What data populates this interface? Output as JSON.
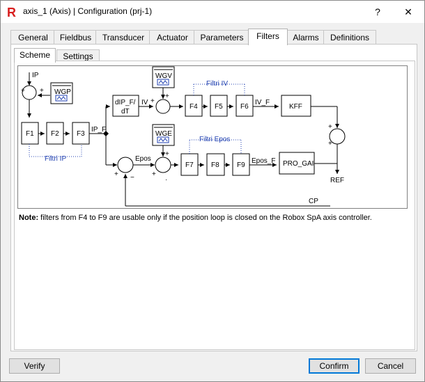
{
  "window": {
    "title": "axis_1 (Axis) | Configuration (prj-1)",
    "help_label": "?",
    "close_label": "✕",
    "logo_letter": "R",
    "logo_color": "#d81e1e"
  },
  "tabs": [
    "General",
    "Fieldbus",
    "Transducer",
    "Actuator",
    "Parameters",
    "Filters",
    "Alarms",
    "Definitions"
  ],
  "active_tab": "Filters",
  "subtabs": [
    "Scheme",
    "Settings"
  ],
  "active_subtab": "Scheme",
  "diagram": {
    "ip": "IP",
    "wgp": "WGP",
    "wgv": "WGV",
    "wge": "WGE",
    "f1": "F1",
    "f2": "F2",
    "f3": "F3",
    "f4": "F4",
    "f5": "F5",
    "f6": "F6",
    "f7": "F7",
    "f8": "F8",
    "f9": "F9",
    "ip_f": "IP_F",
    "filtri_ip": "Filtri IP",
    "filtri_iv": "Filtri IV",
    "filtri_epos": "Filtri Epos",
    "dip_top": "dIP_F/",
    "dip_bottom": "dT",
    "iv": "IV",
    "iv_f": "IV_F",
    "kff": "KFF",
    "epos": "Epos",
    "epos_f": "Epos_F",
    "pro_gai": "PRO_GAI",
    "ref": "REF",
    "cp": "CP",
    "plus": "+",
    "minus": "−",
    "dot": "·"
  },
  "note": {
    "label": "Note:",
    "text": " filters from F4 to F9 are usable only if the position loop is closed on the Robox SpA axis controller."
  },
  "buttons": {
    "verify": "Verify",
    "confirm": "Confirm",
    "cancel": "Cancel"
  },
  "colors": {
    "accent": "#0078d7",
    "dotted": "#1f3fb0"
  }
}
